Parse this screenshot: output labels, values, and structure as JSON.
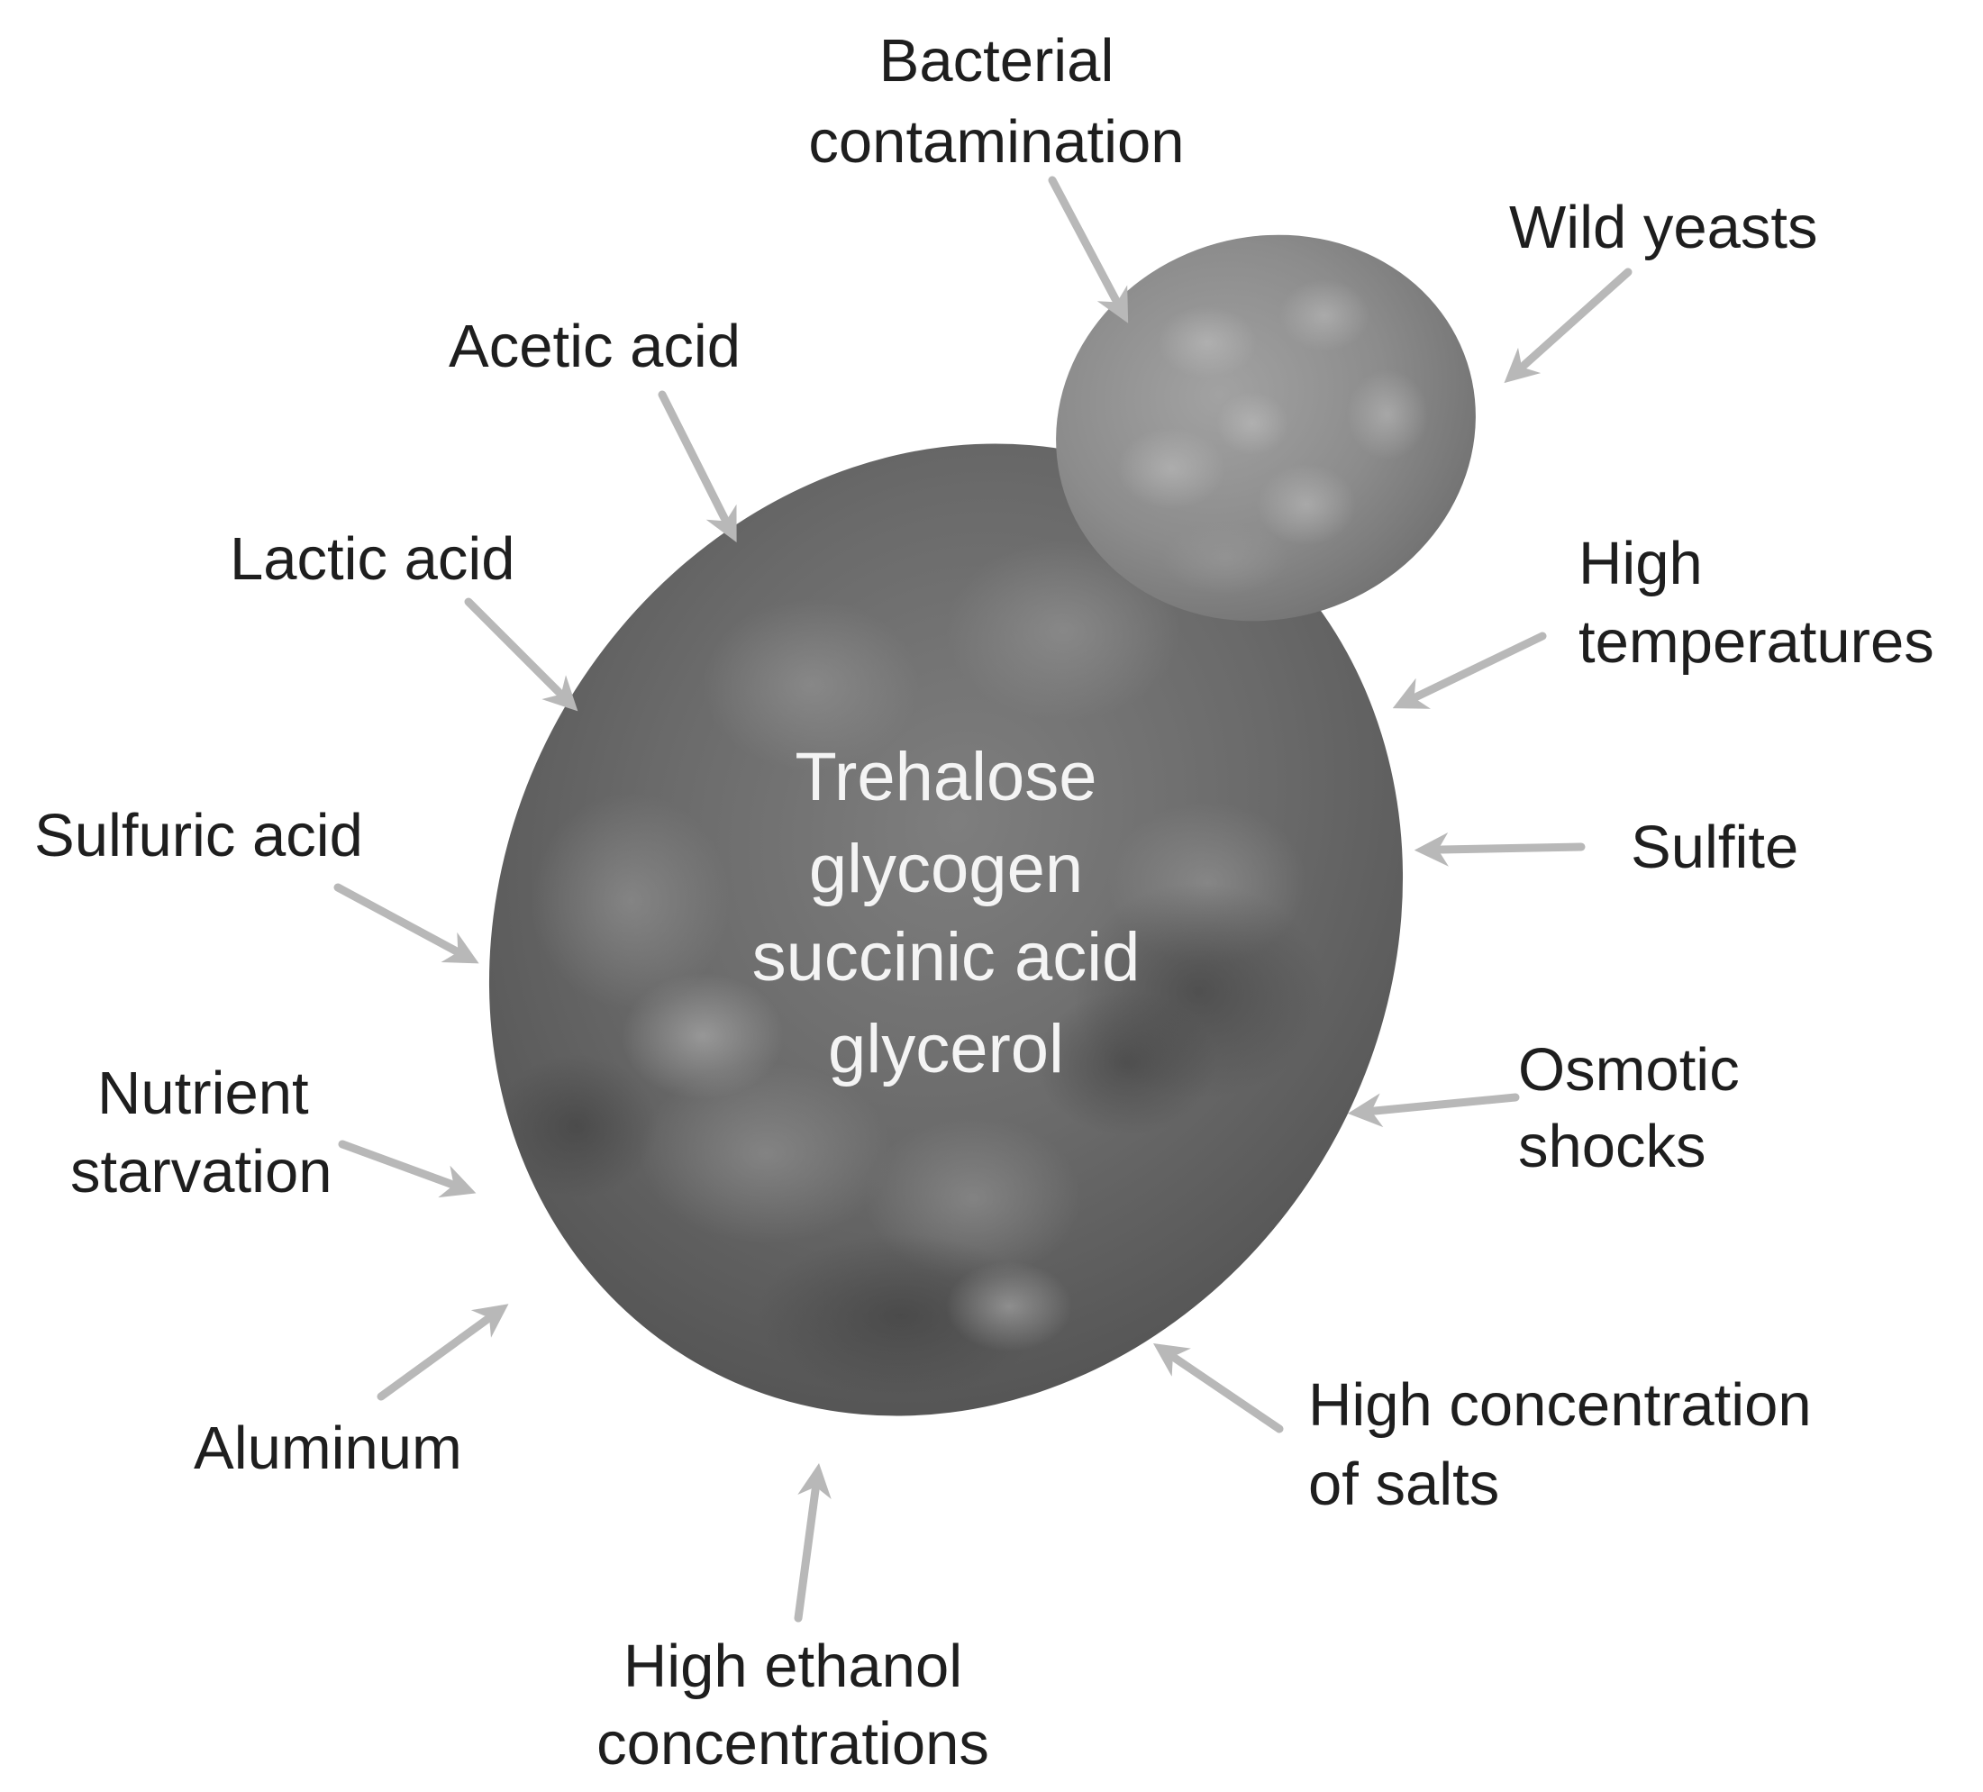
{
  "cell": {
    "contents": [
      "Trehalose",
      "glycogen",
      "succinic acid",
      "glycerol"
    ]
  },
  "stressors": [
    {
      "id": "bacterial-contamination",
      "lines": [
        "Bacterial",
        "contamination"
      ]
    },
    {
      "id": "wild-yeasts",
      "lines": [
        "Wild yeasts"
      ]
    },
    {
      "id": "acetic-acid",
      "lines": [
        "Acetic acid"
      ]
    },
    {
      "id": "lactic-acid",
      "lines": [
        "Lactic acid"
      ]
    },
    {
      "id": "high-temperatures",
      "lines": [
        "High",
        "temperatures"
      ]
    },
    {
      "id": "sulfuric-acid",
      "lines": [
        "Sulfuric acid"
      ]
    },
    {
      "id": "sulfite",
      "lines": [
        "Sulfite"
      ]
    },
    {
      "id": "nutrient-starvation",
      "lines": [
        "Nutrient",
        "starvation"
      ]
    },
    {
      "id": "osmotic-shocks",
      "lines": [
        "Osmotic",
        "shocks"
      ]
    },
    {
      "id": "aluminum",
      "lines": [
        "Aluminum"
      ]
    },
    {
      "id": "high-concentration-of-salts",
      "lines": [
        "High concentration",
        "of salts"
      ]
    },
    {
      "id": "high-ethanol-concentrations",
      "lines": [
        "High ethanol",
        "concentrations"
      ]
    }
  ],
  "colors": {
    "mother_cell": "#6c6c6c",
    "bud_cell": "#8a8a8a",
    "arrow": "#b8b8b8",
    "label_text": "#1e1e1e",
    "inner_text": "#f4f4f4"
  }
}
